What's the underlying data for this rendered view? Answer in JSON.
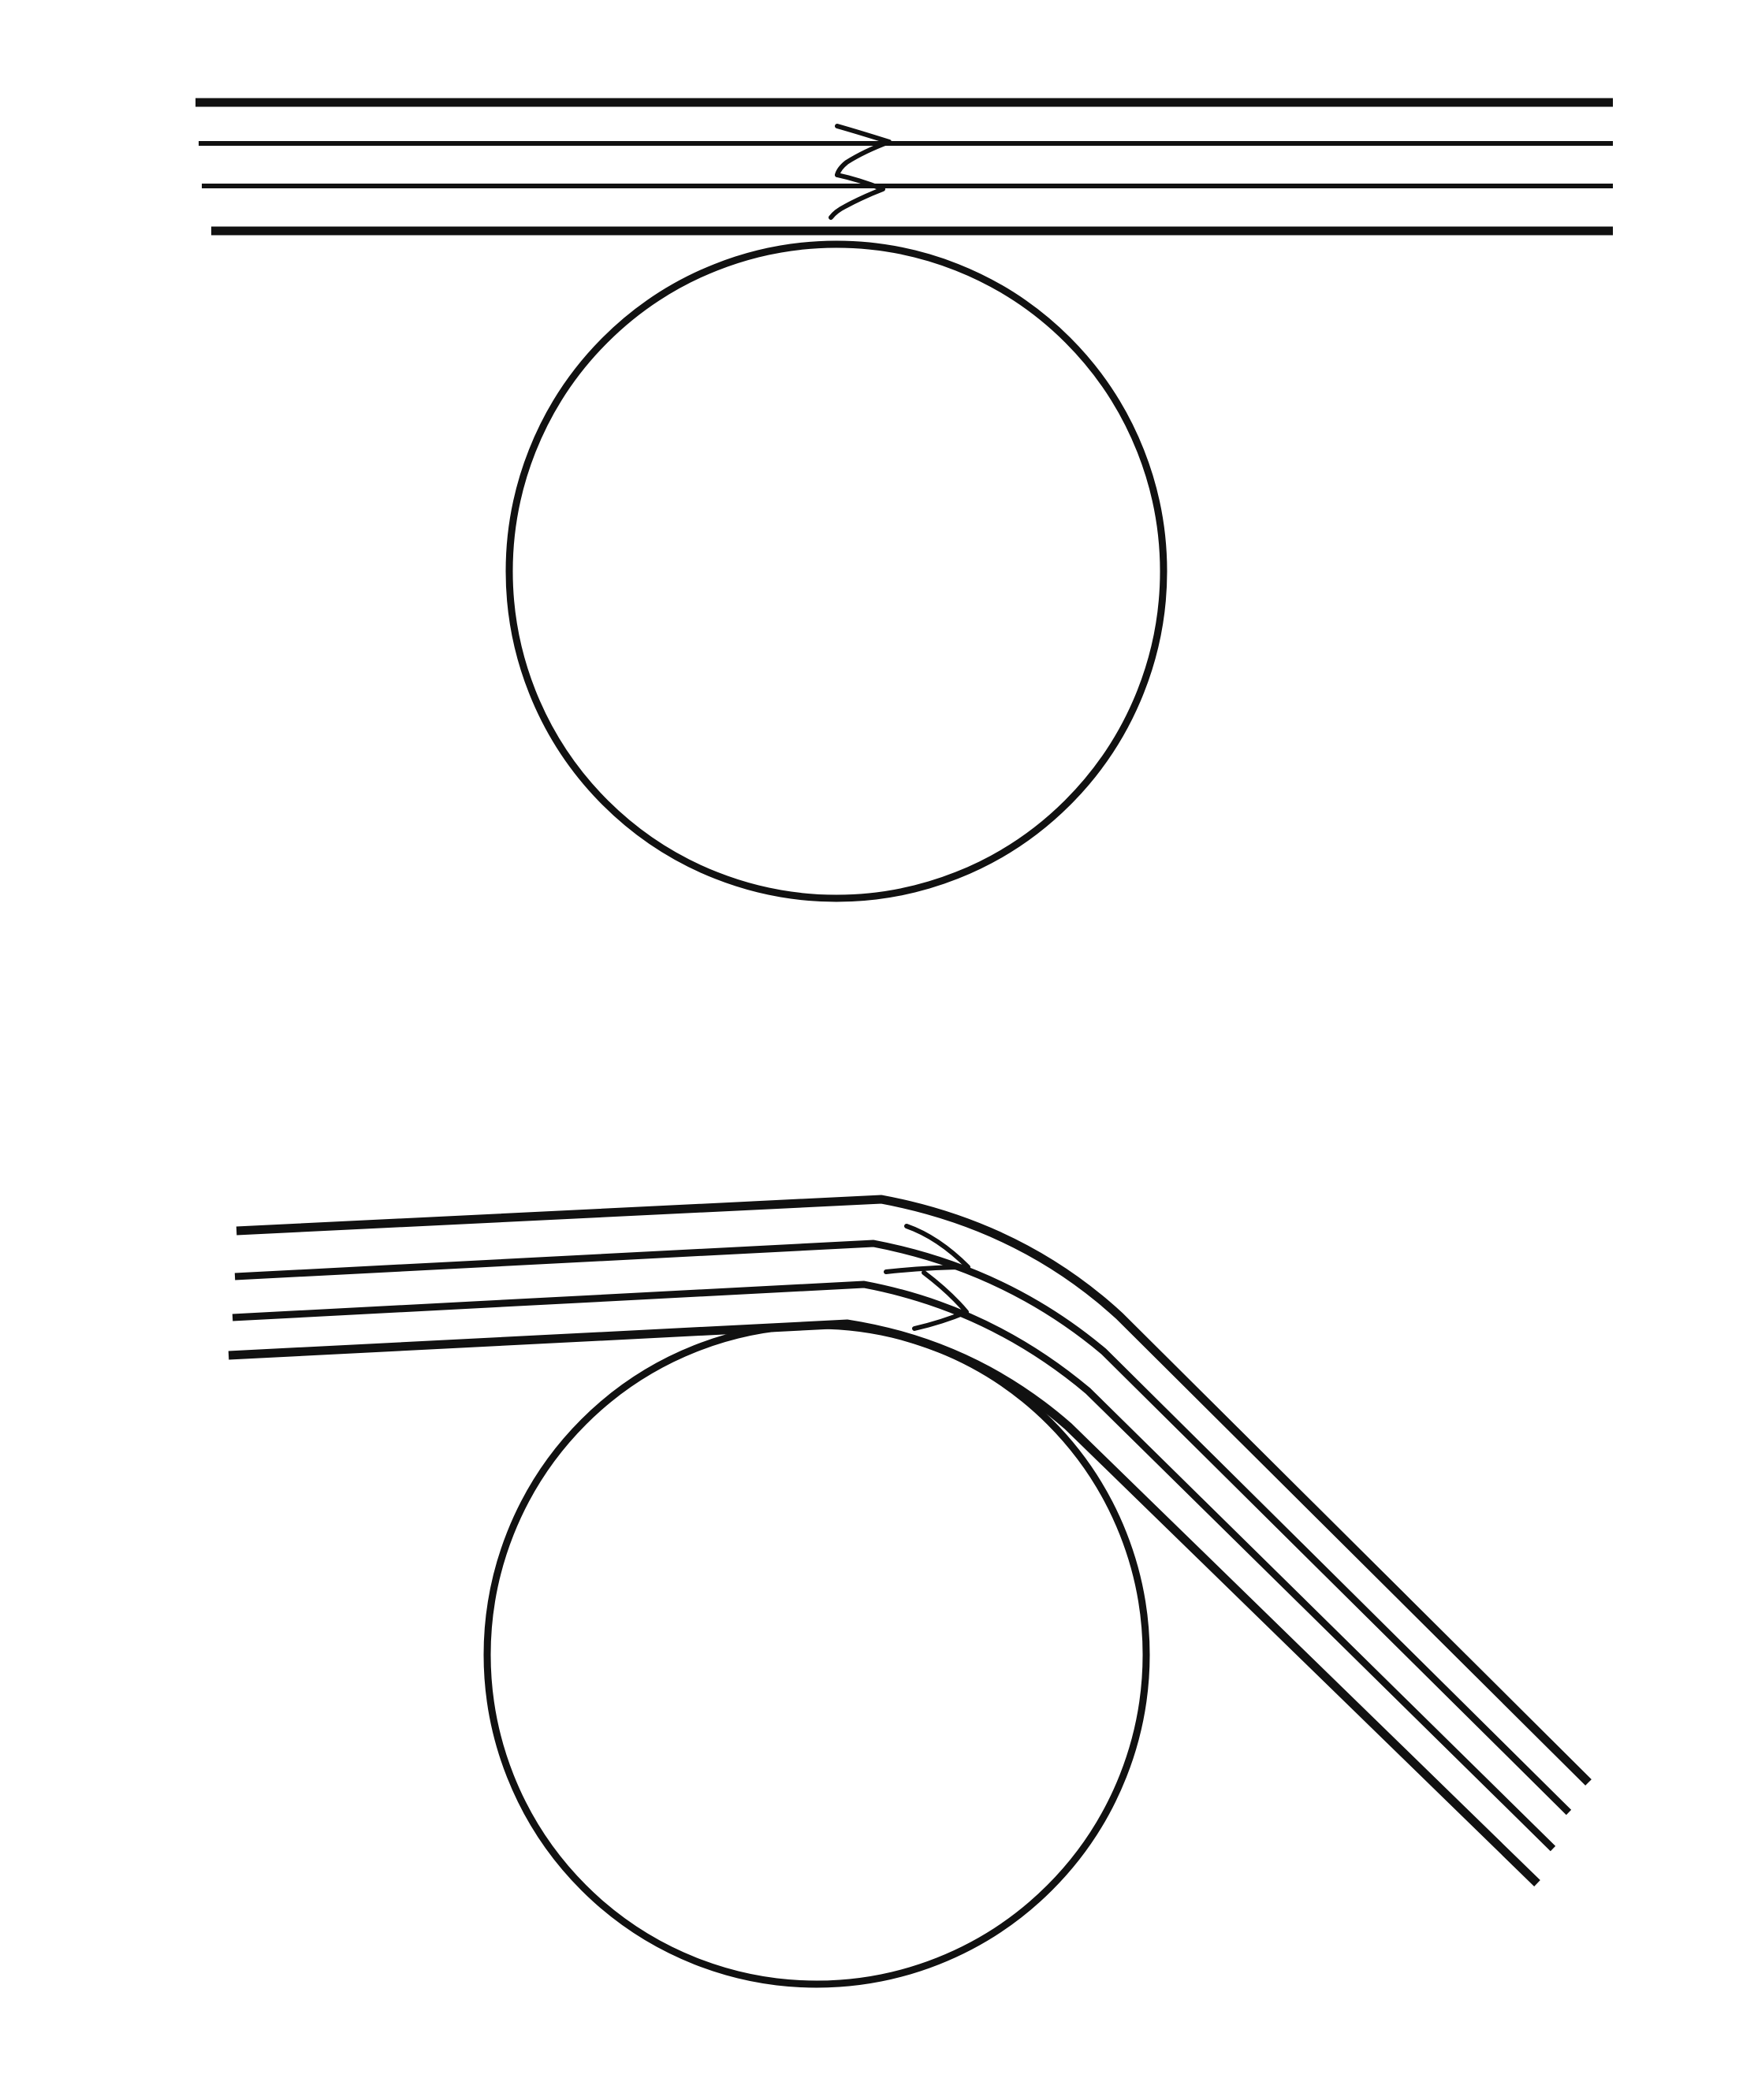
{
  "colors": {
    "ink": "#111111",
    "background": "#ffffff"
  },
  "panels": [
    {
      "id": "straight",
      "strands": 4,
      "obstacle": "circle",
      "strand_shape": "straight",
      "crossing_markers": 2
    },
    {
      "id": "bent",
      "strands": 4,
      "obstacle": "circle",
      "strand_shape": "bent-around-circle",
      "crossing_markers": 2
    }
  ]
}
